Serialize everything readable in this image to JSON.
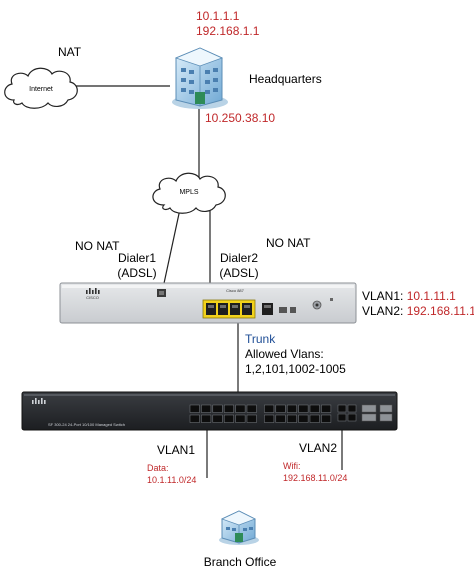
{
  "headquarters": {
    "label": "Headquarters",
    "ip_line1": "10.1.1.1",
    "ip_line2": "192.168.1.1",
    "wan_ip": "10.250.38.10"
  },
  "internet": {
    "cloud_label": "Internet",
    "nat_label": "NAT"
  },
  "mpls": {
    "cloud_label": "MPLS"
  },
  "router": {
    "brand": "CISCO",
    "model": "Cisco 887",
    "nat_left": "NO NAT",
    "nat_right": "NO NAT",
    "dialer1_line1": "Dialer1",
    "dialer1_line2": "(ADSL)",
    "dialer2_line1": "Dialer2",
    "dialer2_line2": "(ADSL)",
    "vlan1_prefix": "VLAN1: ",
    "vlan1_ip": "10.1.11.1",
    "vlan2_prefix": "VLAN2: ",
    "vlan2_ip": "192.168.11.1"
  },
  "trunk": {
    "title": "Trunk",
    "line2": "Allowed Vlans:",
    "line3": "1,2,101,1002-1005"
  },
  "switch": {
    "model_text": "SF 300-24  24-Port 10/100 Managed Switch"
  },
  "branch": {
    "vlan1_label": "VLAN1",
    "data_label": "Data:",
    "data_ip": "10.1.11.0/24",
    "vlan2_label": "VLAN2",
    "wifi_label": "Wifi:",
    "wifi_ip": "192.168.11.0/24",
    "office_label": "Branch Office"
  },
  "colors": {
    "ip_red": "#c0282a",
    "trunk_blue": "#1f4e96",
    "port_yellow": "#f2d21b"
  },
  "icons": [
    "building-icon",
    "cloud-icon",
    "router-device",
    "switch-device"
  ]
}
